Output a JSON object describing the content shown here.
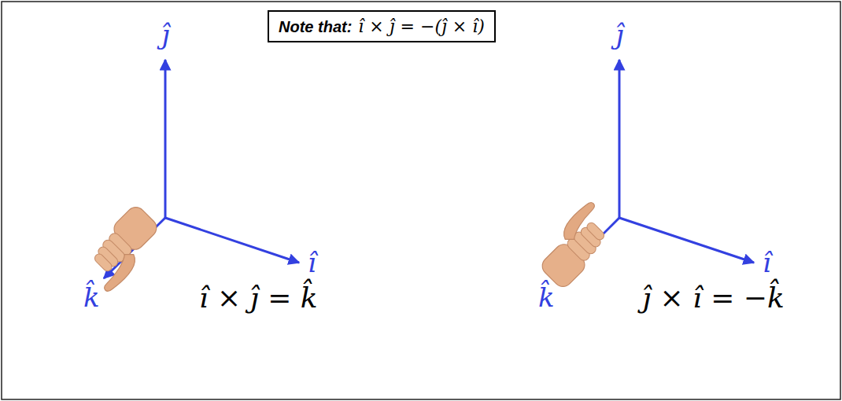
{
  "diagram": {
    "nodes": [
      {
        "text": [
          "Note that:",
          "î × ĵ = −(ĵ × î)"
        ]
      }
    ],
    "labels": [
      "ĵ",
      "ĵ",
      "î",
      "î",
      "k̂",
      "î × ĵ = k̂",
      "k̂",
      "ĵ × î = −k̂"
    ]
  }
}
